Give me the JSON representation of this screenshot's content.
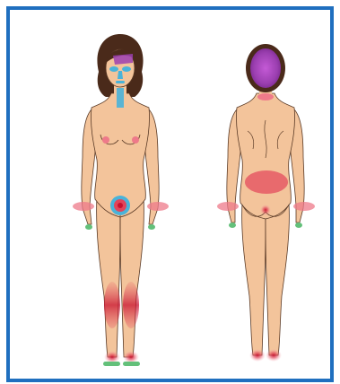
{
  "figure": {
    "front_view": {
      "marked_regions": [
        "face",
        "neck",
        "breasts",
        "navel",
        "wrists",
        "hands",
        "lower-legs",
        "feet"
      ]
    },
    "back_view": {
      "marked_regions": [
        "scalp",
        "neck",
        "lower-back",
        "sacral",
        "wrists",
        "hands",
        "heels"
      ]
    }
  },
  "colors": {
    "frame": "#1f6fbf",
    "skin": "#f3c49b",
    "skin_outline": "#5a3a26",
    "hair": "#4a2a1a",
    "blue_marker": "#49b3d9",
    "purple_marker": "#9b3fb0",
    "pink_marker": "#ee7a8a",
    "red_marker": "#d8242f",
    "green_marker": "#63c07a"
  }
}
